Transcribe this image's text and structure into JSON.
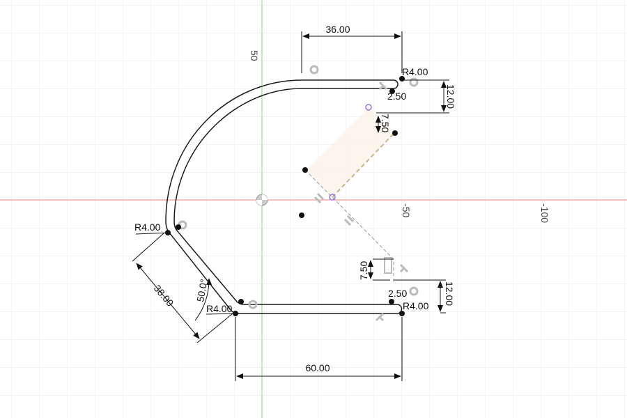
{
  "sketch": {
    "axis_labels": {
      "y_50": "50",
      "x_neg50": "-50",
      "x_neg100": "-100"
    },
    "dimensions": {
      "top_width": "36.00",
      "bottom_width": "60.00",
      "top_right_height": "12.00",
      "bottom_right_height": "12.00",
      "top_right_radius": "R4.00",
      "bottom_right_radius": "R4.00",
      "left_radius": "R4.00",
      "bottom_left_radius": "R4.00",
      "diagonal_length": "38.00",
      "angle": "50.0°",
      "top_slot_width": "2.50",
      "top_slot_offset": "7.50",
      "bottom_slot_width": "2.50",
      "bottom_slot_offset": "7.50"
    },
    "colors": {
      "x_axis": "#e88080",
      "y_axis": "#7fd48a",
      "grid": "#e6e6e6",
      "profile": "#1a1a1a",
      "construction": "#c8b48a",
      "point_constraint": "#a070e0"
    }
  }
}
